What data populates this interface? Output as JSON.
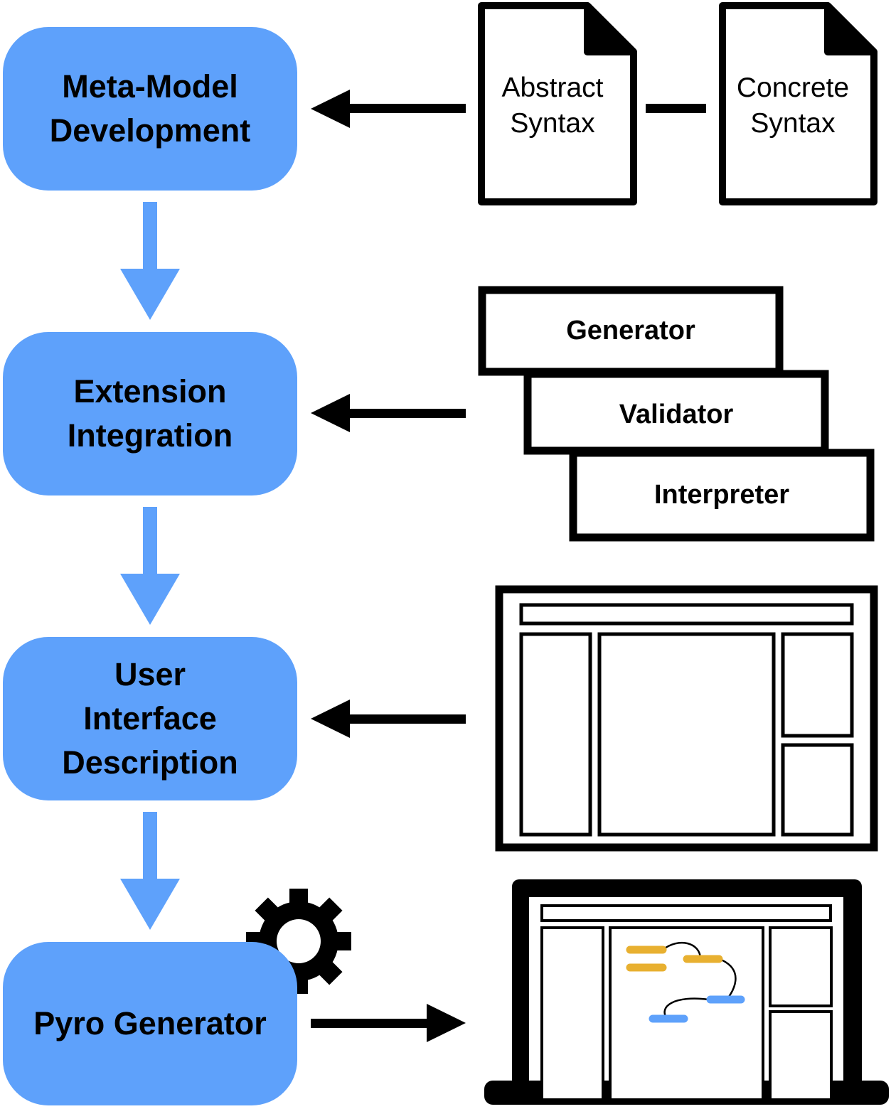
{
  "steps": [
    {
      "line1": "Meta-Model",
      "line2": "Development"
    },
    {
      "line1": "Extension",
      "line2": "Integration"
    },
    {
      "line1": "User",
      "line2": "Interface",
      "line3": "Description"
    },
    {
      "line1": "Pyro Generator"
    }
  ],
  "syntax_docs": {
    "abstract": {
      "line1": "Abstract",
      "line2": "Syntax"
    },
    "concrete": {
      "line1": "Concrete",
      "line2": "Syntax"
    }
  },
  "extensions": [
    "Generator",
    "Validator",
    "Interpreter"
  ],
  "colors": {
    "step_fill": "#5ea1fb",
    "flow_arrow": "#5ea1fb",
    "line_color": "#000000",
    "node_orange": "#e8b030",
    "node_blue": "#5ea1fb"
  },
  "icons": [
    "gear-icon",
    "document-icon",
    "ui-layout-icon",
    "laptop-icon"
  ]
}
